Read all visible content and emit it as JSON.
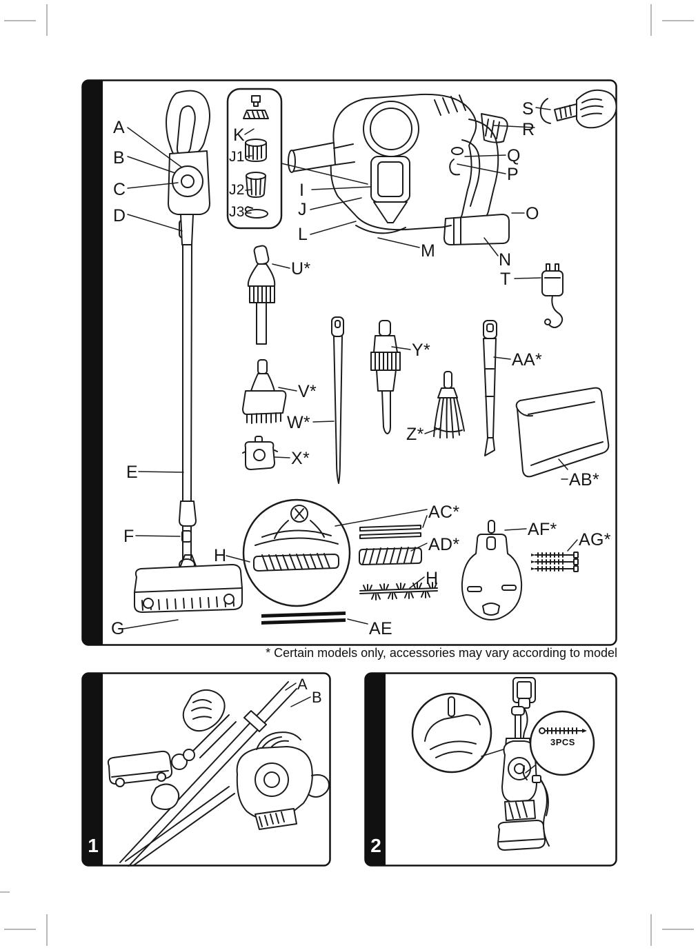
{
  "document": {
    "footnote": "* Certain models only, accessories may vary according to model"
  },
  "main_diagram": {
    "labels": [
      "A",
      "B",
      "C",
      "D",
      "K",
      "J1",
      "J2",
      "J3",
      "I",
      "J",
      "L",
      "M",
      "S",
      "R",
      "Q",
      "P",
      "O",
      "N",
      "T",
      "U*",
      "V*",
      "W*",
      "X*",
      "Y*",
      "Z*",
      "AA*",
      "AB*",
      "E",
      "F",
      "H",
      "AC*",
      "AD*",
      "H",
      "AE",
      "AF*",
      "AG*",
      "G"
    ],
    "illustration": "cordless-stick-vacuum-parts-diagram"
  },
  "panel_1": {
    "number": "1",
    "labels": [
      "A",
      "B"
    ],
    "illustration": "assembly-steps-hands-attaching-wand"
  },
  "panel_2": {
    "number": "2",
    "screw_count_label": "3PCS",
    "illustration": "wall-mounting-and-charging"
  },
  "colors": {
    "ink": "#1b1b1b",
    "panel_bar": "#111111",
    "background": "#ffffff"
  }
}
